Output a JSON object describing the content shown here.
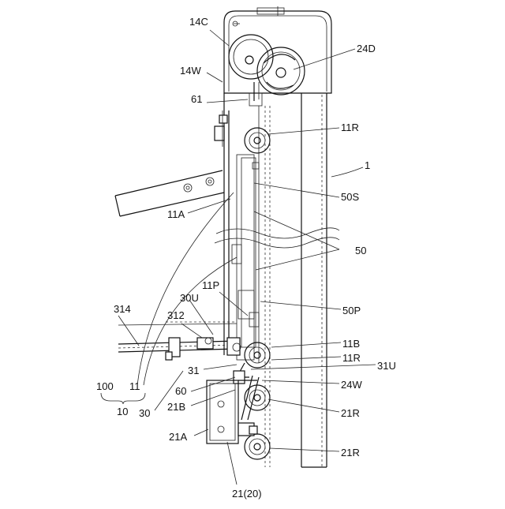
{
  "labels": {
    "l14c": "14C",
    "l24d": "24D",
    "l14w": "14W",
    "l61": "61",
    "l11r_top": "11R",
    "l1": "1",
    "l50s": "50S",
    "l11a": "11A",
    "l50": "50",
    "l11p": "11P",
    "l314": "314",
    "l30u": "30U",
    "l312": "312",
    "l50p": "50P",
    "l11b": "11B",
    "l11r_mid": "11R",
    "l31u": "31U",
    "l31": "31",
    "l100": "100",
    "l11": "11",
    "l10": "10",
    "l60": "60",
    "l24w": "24W",
    "l30": "30",
    "l21b": "21B",
    "l21r_a": "21R",
    "l21a": "21A",
    "l21r_b": "21R",
    "l2120": "21(20)"
  }
}
